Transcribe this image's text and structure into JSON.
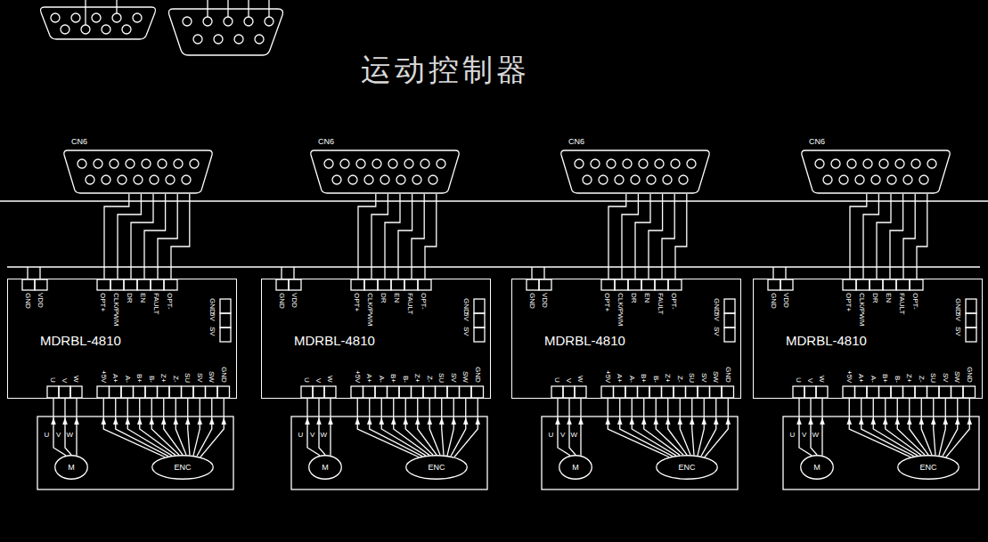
{
  "diagram": {
    "title": "运动控制器",
    "nodes": [
      {
        "text": [
          "CN6"
        ]
      },
      {
        "text": [
          "CN6"
        ]
      },
      {
        "text": [
          "CN6"
        ]
      },
      {
        "text": [
          "CN6"
        ]
      },
      {
        "text": [
          "MDRBL-4810"
        ]
      },
      {
        "text": [
          "MDRBL-4810"
        ]
      },
      {
        "text": [
          "MDRBL-4810"
        ]
      },
      {
        "text": [
          "MDRBL-4810"
        ]
      },
      {
        "text": [
          "M"
        ]
      },
      {
        "text": [
          "ENC"
        ]
      },
      {
        "text": [
          "M"
        ]
      },
      {
        "text": [
          "ENC"
        ]
      },
      {
        "text": [
          "M"
        ]
      },
      {
        "text": [
          "ENC"
        ]
      },
      {
        "text": [
          "M"
        ]
      },
      {
        "text": [
          "ENC"
        ]
      }
    ],
    "edges": [
      {
        "from": 0,
        "to": 4,
        "arrow": "none"
      },
      {
        "from": 4,
        "to": 8,
        "arrow": "none"
      },
      {
        "from": 4,
        "to": 9,
        "arrow": "none"
      },
      {
        "from": 1,
        "to": 5,
        "arrow": "none"
      },
      {
        "from": 5,
        "to": 10,
        "arrow": "none"
      },
      {
        "from": 5,
        "to": 11,
        "arrow": "none"
      },
      {
        "from": 2,
        "to": 6,
        "arrow": "none"
      },
      {
        "from": 6,
        "to": 12,
        "arrow": "none"
      },
      {
        "from": 6,
        "to": 13,
        "arrow": "none"
      },
      {
        "from": 3,
        "to": 7,
        "arrow": "none"
      },
      {
        "from": 7,
        "to": 14,
        "arrow": "none"
      },
      {
        "from": 7,
        "to": 15,
        "arrow": "none"
      }
    ],
    "labels": [
      "GND",
      "VDD",
      "OPT+",
      "CLK/PWM",
      "DR",
      "EN",
      "FAULT",
      "OPT-",
      "GND",
      "5V",
      "SV",
      "U",
      "V",
      "W",
      "+5V",
      "A+",
      "A-",
      "B+",
      "B-",
      "Z+",
      "Z-",
      "SU",
      "SV",
      "SW",
      "GND",
      "U",
      "V",
      "W",
      "GND",
      "VDD",
      "OPT+",
      "CLK/PWM",
      "DR",
      "EN",
      "FAULT",
      "OPT-",
      "GND",
      "5V",
      "SV",
      "U",
      "V",
      "W",
      "+5V",
      "A+",
      "A-",
      "B+",
      "B-",
      "Z+",
      "Z-",
      "SU",
      "SV",
      "SW",
      "GND",
      "U",
      "V",
      "W",
      "GND",
      "VDD",
      "OPT+",
      "CLK/PWM",
      "DR",
      "EN",
      "FAULT",
      "OPT-",
      "GND",
      "5V",
      "SV",
      "U",
      "V",
      "W",
      "+5V",
      "A+",
      "A-",
      "B+",
      "B-",
      "Z+",
      "Z-",
      "SU",
      "SV",
      "SW",
      "GND",
      "U",
      "V",
      "W",
      "GND",
      "VDD",
      "OPT+",
      "CLK/PWM",
      "DR",
      "EN",
      "FAULT",
      "OPT-",
      "GND",
      "5V",
      "SV",
      "U",
      "V",
      "W",
      "+5V",
      "A+",
      "A-",
      "B+",
      "B-",
      "Z+",
      "Z-",
      "SU",
      "SV",
      "SW",
      "GND",
      "U",
      "V",
      "W"
    ]
  }
}
